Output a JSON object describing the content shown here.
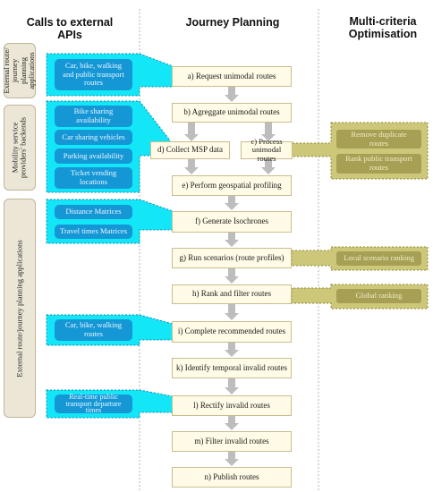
{
  "columns": {
    "apis": "Calls to external APIs",
    "planning": "Journey Planning",
    "optimisation_line1": "Multi-criteria",
    "optimisation_line2": "Optimisation"
  },
  "side_labels": {
    "external_1_line1": "External route/",
    "external_1_line2": "journey",
    "external_1_line3": "planning",
    "external_1_line4": "applications",
    "mobility_line1": "Mobility service",
    "mobility_line2": "providers' backends",
    "external_2": "External route/journey planning applications"
  },
  "steps": {
    "a": "a) Request unimodal routes",
    "b": "b) Agreggate unimodal routes",
    "c_line1": "c) Process unimodal",
    "c_line2": "routes",
    "d": "d) Collect MSP data",
    "e": "e) Perform geospatial profiling",
    "f": "f) Generate Isochrones",
    "g": "g) Run scenarios (route profiles)",
    "h": "h) Rank and filter routes",
    "i": "i) Complete recommended routes",
    "k": "k) Identify temporal invalid routes",
    "l": "l) Rectify invalid routes",
    "m": "m) Filter invalid routes",
    "n": "n) Publish routes"
  },
  "apis": {
    "car_bike_walk_pt_line1": "Car, bike, walking",
    "car_bike_walk_pt_line2": "and public transport",
    "car_bike_walk_pt_line3": "routes",
    "bike_sharing_line1": "Bike sharing",
    "bike_sharing_line2": "availability",
    "car_sharing": "Car sharing vehicles",
    "parking": "Parking availability",
    "ticket_line1": "Ticket vending",
    "ticket_line2": "locations",
    "distance": "Distance Matrices",
    "travel_times": "Travel times Matrices",
    "car_bike_walk_line1": "Car, bike, walking",
    "car_bike_walk_line2": "routes",
    "realtime_line1": "Real-time public",
    "realtime_line2": "transport departure",
    "realtime_line3": "times"
  },
  "optimisation": {
    "remove_dup_line1": "Remove duplicate",
    "remove_dup_line2": "routes",
    "rank_pt_line1": "Rank public transport",
    "rank_pt_line2": "routes",
    "local": "Local scenario ranking",
    "global": "Global ranking"
  },
  "colors": {
    "api_blue": "#1597d6",
    "callout_cyan": "#13e6f7",
    "opt_olive": "#a7a054",
    "callout_olive": "#cdc779",
    "step_fill": "#fffbe6",
    "label_fill": "#ece6d6",
    "arrow_grey": "#bdbdbd"
  }
}
